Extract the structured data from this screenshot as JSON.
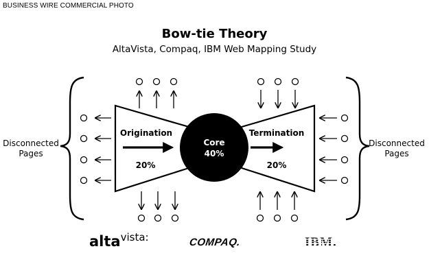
{
  "header": {
    "credit": "BUSINESS WIRE COMMERCIAL PHOTO",
    "title": "Bow-tie Theory",
    "subtitle": "AltaVista, Compaq, IBM Web Mapping Study"
  },
  "diagram": {
    "left_label": "Disconnected Pages",
    "right_label": "Disconnected Pages",
    "origination": {
      "label": "Origination",
      "percent": "20%"
    },
    "core": {
      "label": "Core",
      "percent": "40%"
    },
    "termination": {
      "label": "Termination",
      "percent": "20%"
    }
  },
  "logos": {
    "altavista_a": "alta",
    "altavista_b": "vista:",
    "compaq": "COMPAQ.",
    "ibm": "IBM."
  }
}
